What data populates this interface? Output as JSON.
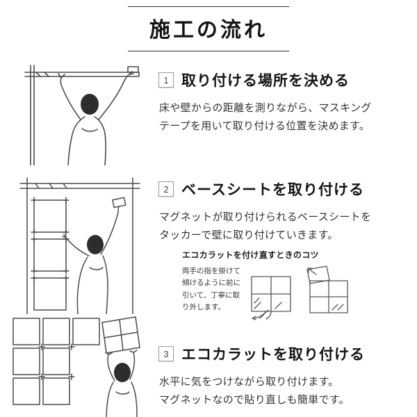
{
  "title": "施工の流れ",
  "steps": [
    {
      "number": "1",
      "heading": "取り付ける場所を決める",
      "body": "床や壁からの距離を測りながら、マスキング\nテープを用いて取り付ける位置を決めます。"
    },
    {
      "number": "2",
      "heading": "ベースシートを取り付ける",
      "body": "マグネットが取り付けられるベースシートを\nタッカーで壁に取り付けていきます。",
      "tip": {
        "title": "エコカラットを付け直すときのコツ",
        "body": "両手の指を掛けて\n傾けるように前に\n引いて、丁寧に取\nり外します。"
      }
    },
    {
      "number": "3",
      "heading": "エコカラットを取り付ける",
      "body": "水平に気をつけながら取り付けます。\nマグネットなので貼り直しも簡単です。"
    }
  ]
}
